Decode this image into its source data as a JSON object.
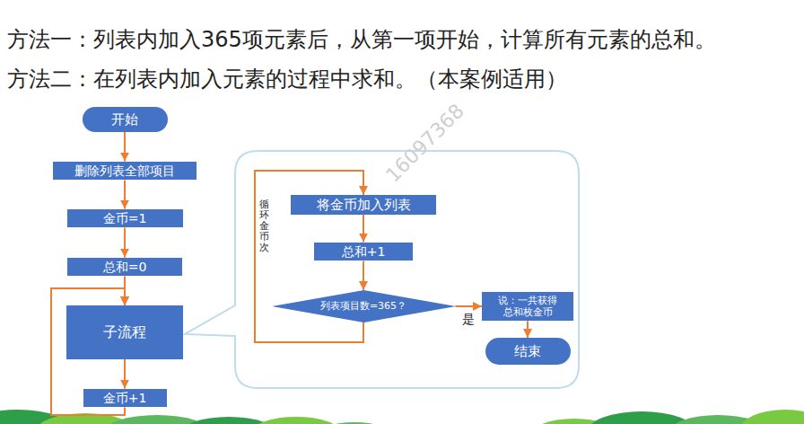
{
  "diagram": {
    "nodes": [
      {
        "text": [
          "开始"
        ]
      },
      {
        "text": [
          "删除列表全部项目"
        ]
      },
      {
        "text": [
          "金币=1"
        ]
      },
      {
        "text": [
          "总和=0"
        ]
      },
      {
        "text": [
          "子流程"
        ]
      },
      {
        "text": [
          "金币+1"
        ]
      },
      {
        "text": [
          "将金币加入列表"
        ]
      },
      {
        "text": [
          "总和+1"
        ]
      },
      {
        "text": [
          "列表项目数=365？"
        ]
      },
      {
        "text": [
          "说：一共获得 总和枚金币"
        ]
      },
      {
        "text": [
          "结束"
        ]
      }
    ],
    "edges": [
      {
        "from": 0,
        "to": 1,
        "arrow": "to"
      },
      {
        "from": 1,
        "to": 2,
        "arrow": "to"
      },
      {
        "from": 2,
        "to": 3,
        "arrow": "to"
      },
      {
        "from": 3,
        "to": 4,
        "arrow": "to"
      },
      {
        "from": 4,
        "to": 5,
        "arrow": "to"
      },
      {
        "from": 5,
        "to": 4,
        "arrow": "to"
      },
      {
        "from": 6,
        "to": 7,
        "arrow": "to"
      },
      {
        "from": 7,
        "to": 8,
        "arrow": "to"
      },
      {
        "from": 8,
        "to": 9,
        "label": "是",
        "arrow": "to"
      },
      {
        "from": 9,
        "to": 10,
        "arrow": "to"
      },
      {
        "from": 8,
        "to": 6,
        "arrow": "to"
      }
    ],
    "labels": [
      "方法一：列表内加入365项元素后，从第一项开始，计算所有元素的总和。",
      "方法二：在列表内加入元素的过程中求和。（本案例适用）",
      "循环金币次",
      "16097368"
    ]
  }
}
